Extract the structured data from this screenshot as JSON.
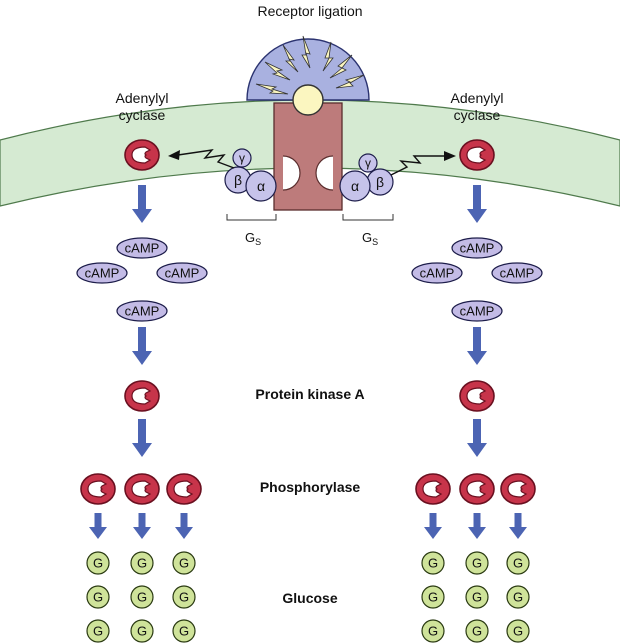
{
  "title": "Receptor ligation",
  "labels": {
    "adenylyl_left": [
      "Adenylyl",
      "cyclase"
    ],
    "adenylyl_right": [
      "Adenylyl",
      "cyclase"
    ],
    "gs_main": "G",
    "gs_sub": "S",
    "camp": "cAMP",
    "protein_kinase": "Protein kinase A",
    "phosphorylase": "Phosphorylase",
    "glucose": "Glucose",
    "glucose_unit": "G",
    "alpha": "α",
    "beta": "β",
    "gamma": "γ"
  },
  "colors": {
    "membrane": "#d5ead2",
    "membrane_stroke": "#4f7a4c",
    "receptor": "#bd7b7b",
    "receptor_stroke": "#5a2d2d",
    "ligand_dome": "#a9b1e0",
    "ligand_ball": "#fbf6c0",
    "g_protein": "#c6c3ea",
    "enzyme": "#c7344a",
    "camp": "#c3bbe6",
    "arrow": "#4c64b3",
    "glucose": "#cfe39a"
  }
}
